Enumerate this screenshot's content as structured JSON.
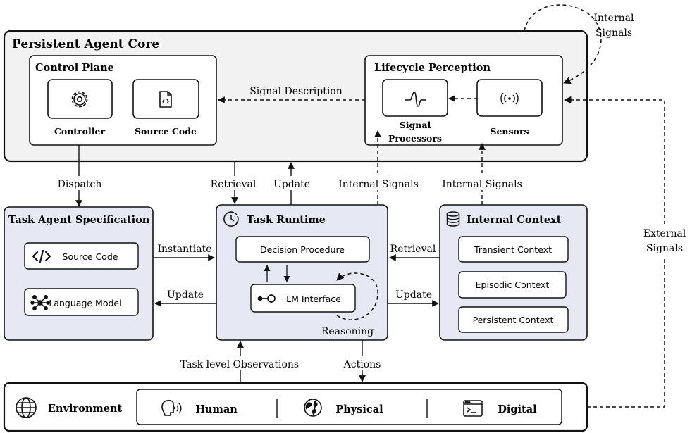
{
  "core": {
    "title": "Persistent Agent Core",
    "control_plane": {
      "title": "Control Plane",
      "controller_label": "Controller",
      "source_code_label": "Source Code"
    },
    "lifecycle_perception": {
      "title": "Lifecycle Perception",
      "signal_processors_line1": "Signal",
      "signal_processors_line2": "Processors",
      "sensors_label": "Sensors"
    },
    "signal_description_label": "Signal Description"
  },
  "internal_signals_top_line1": "Internal",
  "internal_signals_top_line2": "Signals",
  "external_signals_line1": "External",
  "external_signals_line2": "Signals",
  "arrows": {
    "dispatch": "Dispatch",
    "retrieval_core": "Retrieval",
    "update_core": "Update",
    "internal_signals_left": "Internal Signals",
    "internal_signals_right": "Internal Signals",
    "instantiate": "Instantiate",
    "update_spec": "Update",
    "retrieval_context": "Retrieval",
    "update_context": "Update",
    "task_level_observations": "Task-level Observations",
    "actions": "Actions"
  },
  "task_agent_spec": {
    "title": "Task Agent Specification",
    "source_code": "Source Code",
    "language_model": "Language Model"
  },
  "task_runtime": {
    "title": "Task Runtime",
    "decision_procedure": "Decision Procedure",
    "lm_interface": "LM Interface",
    "reasoning": "Reasoning"
  },
  "internal_context": {
    "title": "Internal Context",
    "transient": "Transient Context",
    "episodic": "Episodic Context",
    "persistent": "Persistent Context"
  },
  "environment": {
    "title": "Environment",
    "human": "Human",
    "physical": "Physical",
    "digital": "Digital"
  },
  "colors": {
    "core_fill": "#f2f2f2",
    "module_fill": "#e6e9f3",
    "stroke": "#111111"
  }
}
